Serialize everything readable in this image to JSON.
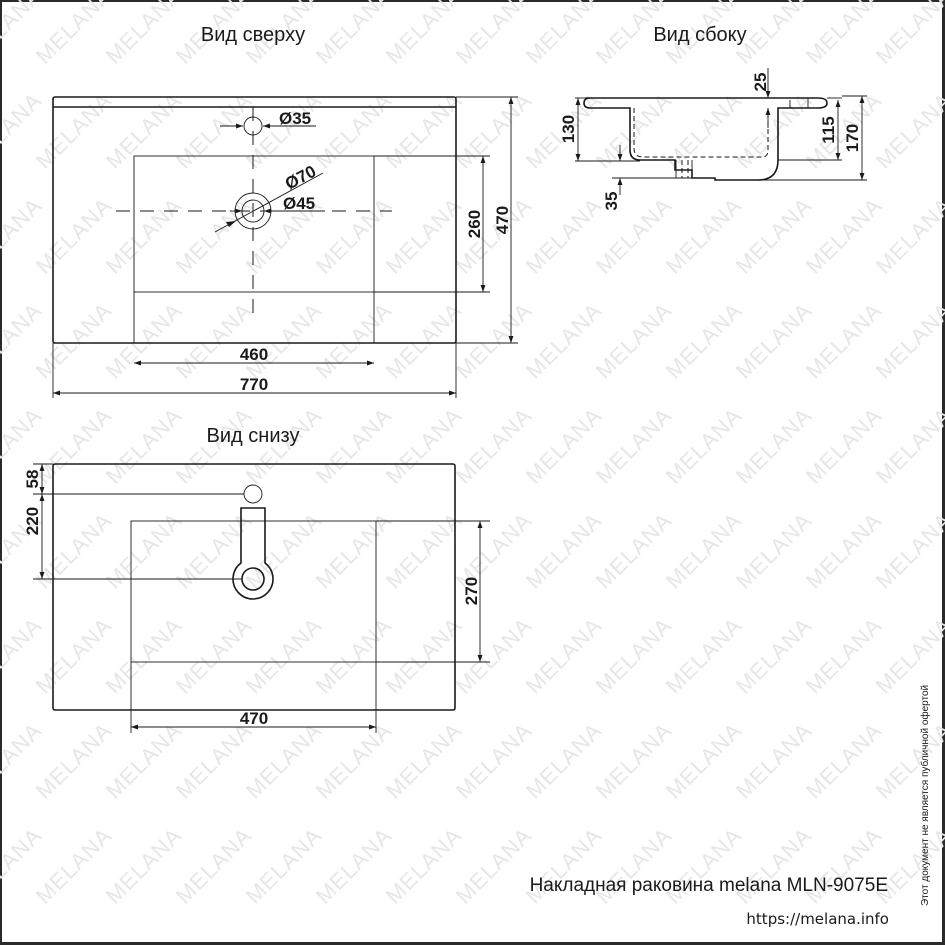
{
  "watermark": "MELANA",
  "views": {
    "top": {
      "title": "Вид сверху",
      "dims": {
        "faucet_hole": "Ø35",
        "drain_outer": "Ø70",
        "drain_inner": "Ø45",
        "bowl_width": "460",
        "total_width": "770",
        "bowl_depth": "260",
        "total_depth": "470"
      }
    },
    "side": {
      "title": "Вид сбоку",
      "dims": {
        "rim": "25",
        "bowl_height": "130",
        "drain_height": "35",
        "inner_height": "115",
        "total_height": "170"
      }
    },
    "bottom": {
      "title": "Вид снизу",
      "dims": {
        "faucet_offset": "58",
        "drain_offset": "220",
        "bowl_depth": "270",
        "bowl_width": "470"
      }
    }
  },
  "footer": {
    "product_name": "Накладная раковина melana MLN-9075E",
    "url": "https://melana.info",
    "disclaimer": "Этот документ не является публичной офертой"
  },
  "colors": {
    "line": "#1a1a1a",
    "watermark": "#e6e6e6",
    "frame": "#2a2a2a"
  }
}
